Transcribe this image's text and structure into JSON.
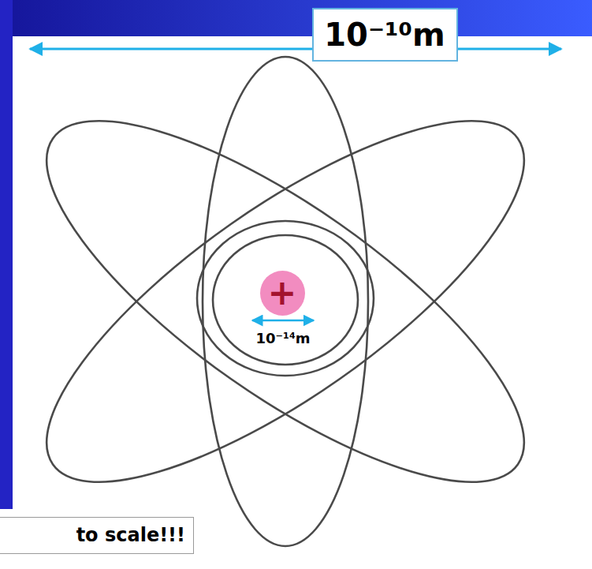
{
  "diagram": {
    "nodes": [
      {
        "text": [
          "10⁻¹⁰m"
        ]
      },
      {
        "text": [
          "+"
        ]
      },
      {
        "text": [
          "to scale!!!"
        ]
      }
    ],
    "labels": [
      "10⁻¹⁴m"
    ]
  }
}
